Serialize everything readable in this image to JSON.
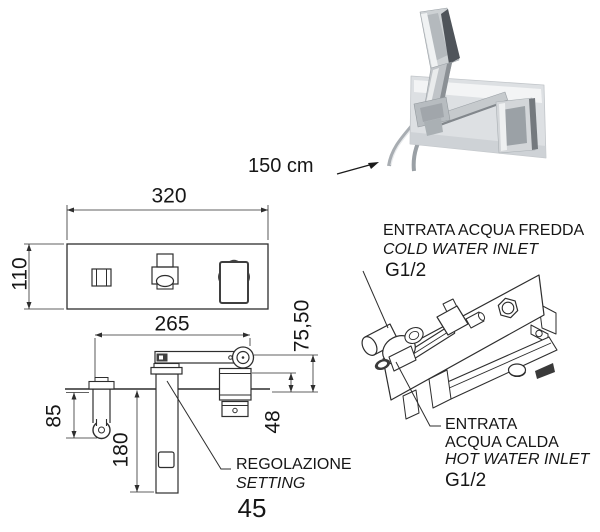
{
  "photo": {
    "hose_length_label": "150 cm"
  },
  "front_view": {
    "width": "320",
    "height": "110"
  },
  "side_view": {
    "reach": "265",
    "arm_to_wall": "75,50",
    "holder_length": "85",
    "spout_length": "180",
    "body_height": "48",
    "setting_value": "45",
    "setting_label_it": "REGOLAZIONE",
    "setting_label_en": "SETTING"
  },
  "inlets": {
    "cold_label_it": "ENTRATA ACQUA FREDDA",
    "cold_label_en": "COLD WATER INLET",
    "cold_thread": "G1/2",
    "hot_label_it_line1": "ENTRATA",
    "hot_label_it_line2": "ACQUA CALDA",
    "hot_label_en": "HOT WATER INLET",
    "hot_thread": "G1/2"
  },
  "colors": {
    "line": "#2e2e2e",
    "chrome_light": "#dde0e3",
    "chrome_mid": "#c0c4c8",
    "chrome_dark": "#4f545a"
  }
}
